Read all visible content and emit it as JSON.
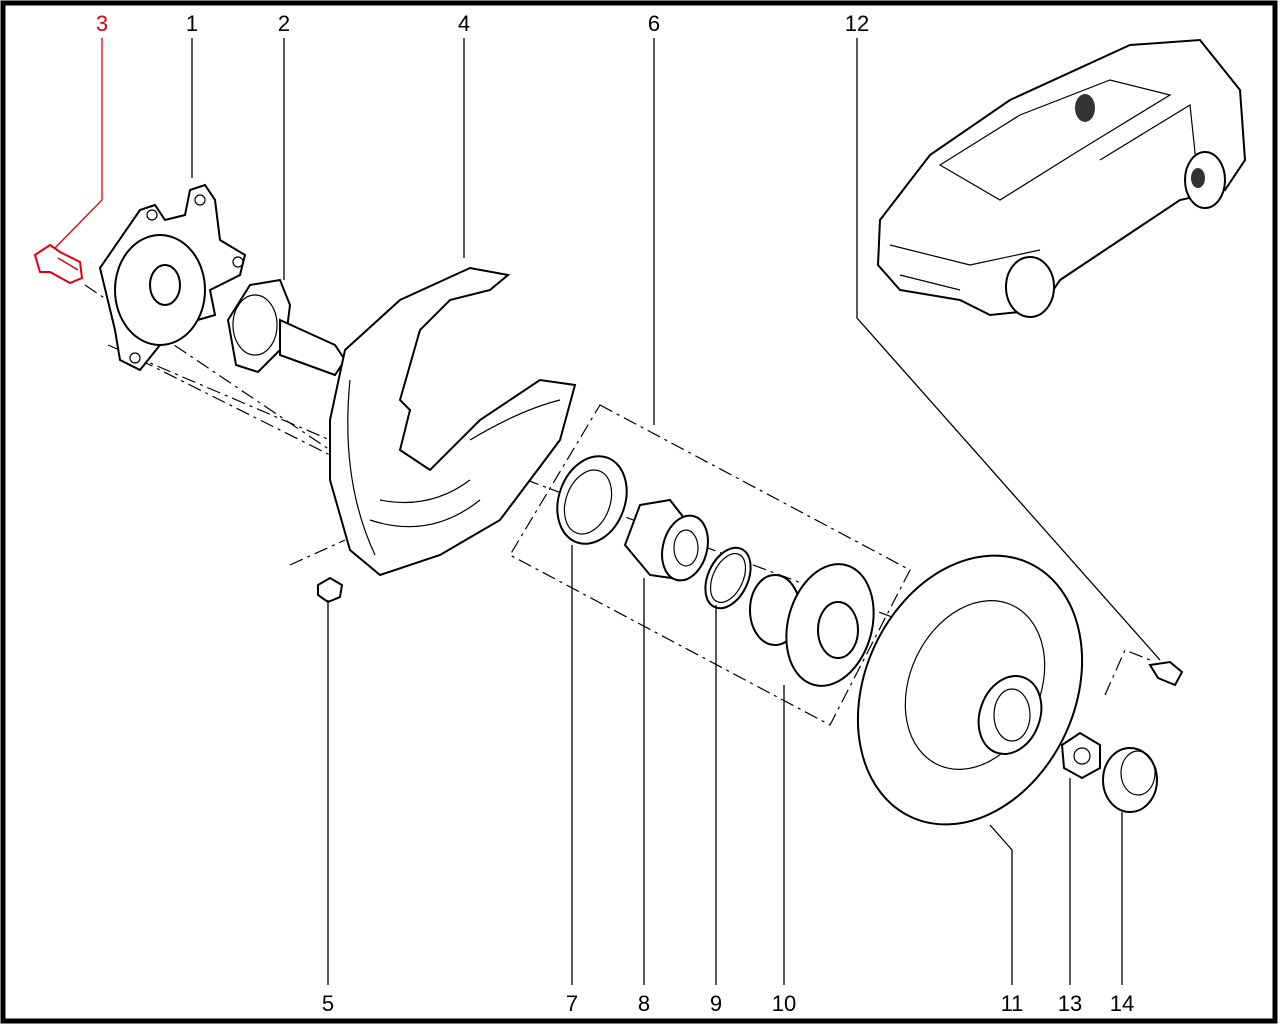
{
  "diagram": {
    "highlight_color": "#e0000f",
    "callouts_top": [
      {
        "id": "3",
        "highlighted": true
      },
      {
        "id": "1"
      },
      {
        "id": "2"
      },
      {
        "id": "4"
      },
      {
        "id": "6"
      },
      {
        "id": "12"
      }
    ],
    "callouts_bottom": [
      {
        "id": "5"
      },
      {
        "id": "7"
      },
      {
        "id": "8"
      },
      {
        "id": "9"
      },
      {
        "id": "10"
      },
      {
        "id": "11"
      },
      {
        "id": "13"
      },
      {
        "id": "14"
      }
    ]
  }
}
